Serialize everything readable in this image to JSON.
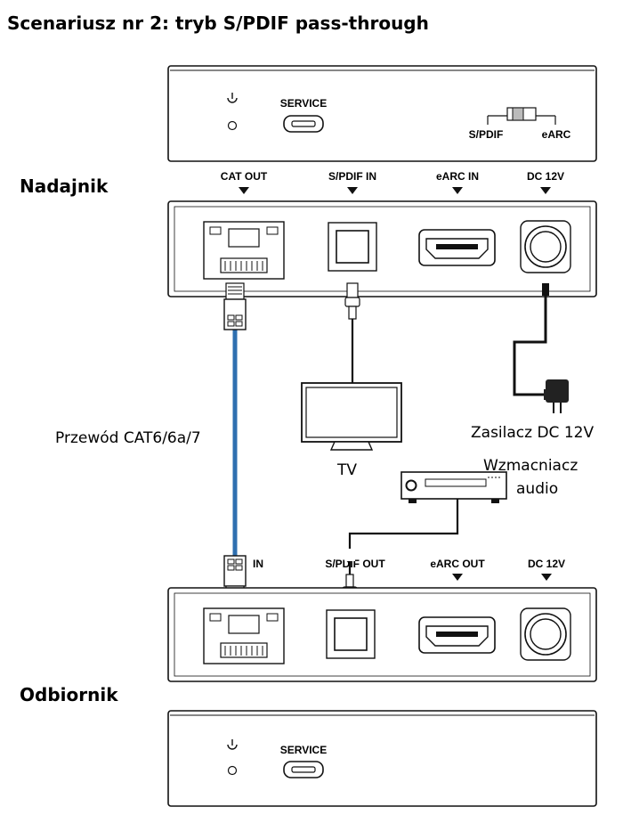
{
  "title": "Scenariusz nr 2:  tryb S/PDIF pass-through",
  "transmitter": {
    "label": "Nadajnik",
    "top_panel": {
      "power_icon": "power-icon",
      "service_label": "SERVICE",
      "switch_left": "S/PDIF",
      "switch_right": "eARC"
    },
    "ports": [
      "CAT OUT",
      "S/PDIF IN",
      "eARC IN",
      "DC 12V"
    ]
  },
  "receiver": {
    "label": "Odbiornik",
    "ports": [
      "IN",
      "S/PDIF OUT",
      "eARC OUT",
      "DC 12V"
    ],
    "bottom_panel": {
      "power_icon": "power-icon",
      "service_label": "SERVICE"
    }
  },
  "cable_label": "Przewód CAT6/6a/7",
  "tv_label": "TV",
  "power_supply_label": "Zasilacz DC 12V",
  "amplifier_label_line1": "Wzmacniacz",
  "amplifier_label_line2": "audio"
}
